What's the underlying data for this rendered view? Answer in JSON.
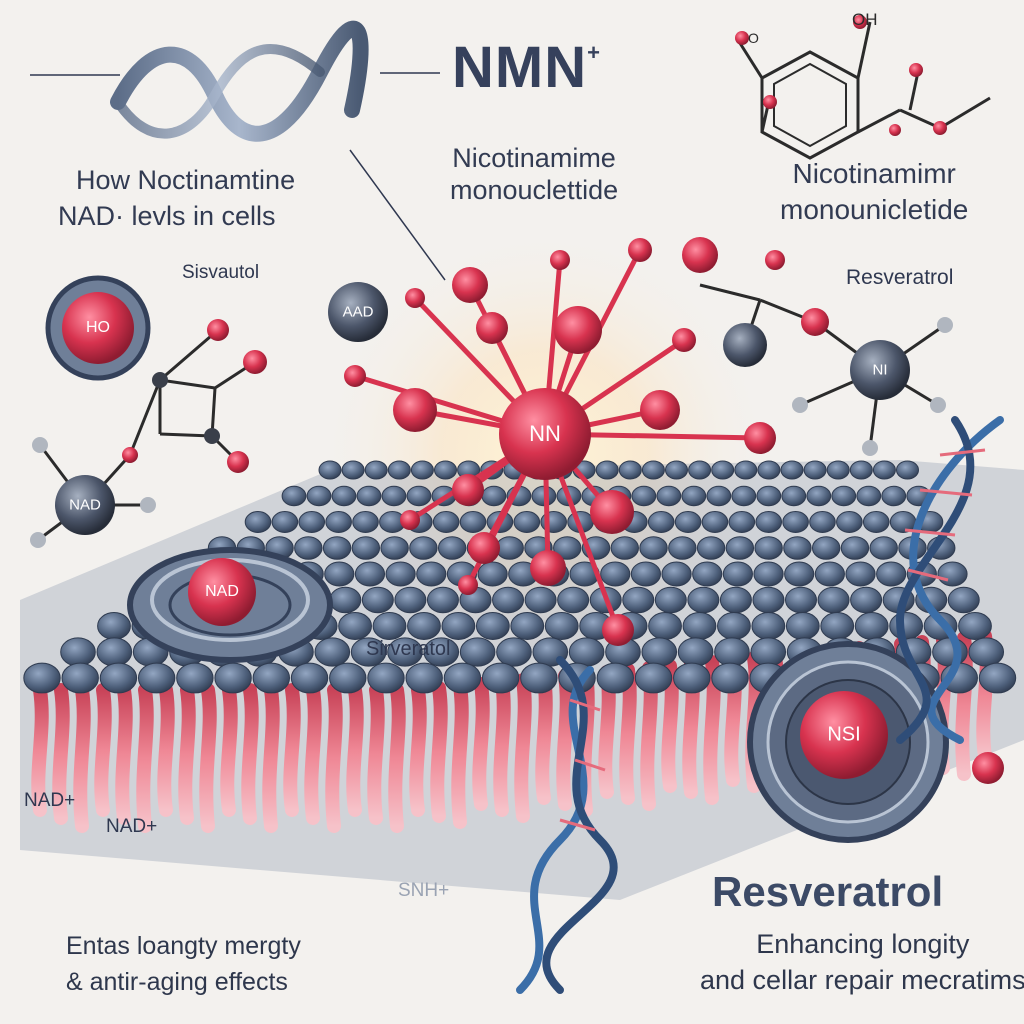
{
  "header": {
    "title": "NMN",
    "title_sup": "+",
    "subtitle_line1": "Nicotinamime",
    "subtitle_line2": "monouclettide"
  },
  "left_heading": {
    "line1": "How Noctinamtine",
    "line2": "NAD· levls in cells"
  },
  "right_heading": {
    "line1": "Nicotinamimr",
    "line2": "monounicletide"
  },
  "labels": {
    "sisvatutol": "Sisvautol",
    "resveratrol_small": "Resveratrol",
    "sirveratol": "Sirveratol",
    "nad_plus_1": "NAD+",
    "nad_plus_2": "NAD+",
    "snh_plus": "SNH+"
  },
  "molecule_labels": {
    "center": "NN",
    "ring_left": "NAD",
    "ring_right": "NSI",
    "ho_node": "HO",
    "nad_grey_top": "AAD",
    "nad_grey_left": "NAD",
    "ni_grey_right": "NI"
  },
  "chem_labels": {
    "oh_top": "OH",
    "oh_left": "O"
  },
  "bottom_left": {
    "line1": "Entas loangty mergty",
    "line2": "&  antir-aging effects"
  },
  "bottom_right": {
    "title": "Resveratrol",
    "line1": "Enhancing longity",
    "line2": "and cellar repair mecratims"
  },
  "colors": {
    "molecule_red": "#d8334f",
    "membrane_blue": "#4e607b",
    "tail_pink": "#e56b7c",
    "text_dark": "#2f3850",
    "background": "#f3f1ee"
  }
}
